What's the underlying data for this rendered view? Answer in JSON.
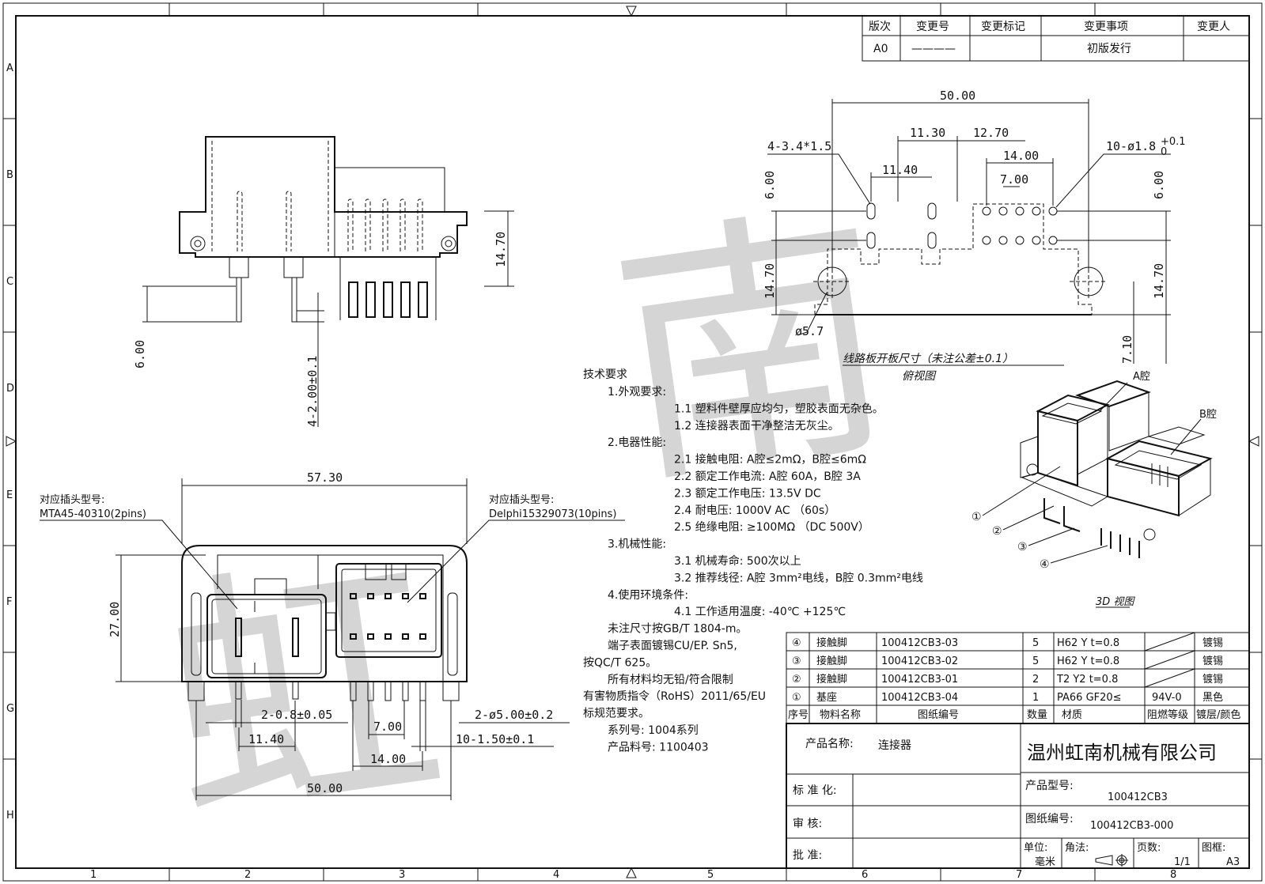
{
  "revision_table": {
    "headers": [
      "版次",
      "变更号",
      "变更标记",
      "变更事项",
      "变更人"
    ],
    "row": {
      "version": "A0",
      "change_no": "————",
      "mark": "",
      "item": "初版发行",
      "person": ""
    }
  },
  "grid": {
    "columns": [
      "1",
      "2",
      "3",
      "4",
      "5",
      "6",
      "7",
      "8"
    ],
    "rows": [
      "A",
      "B",
      "C",
      "D",
      "E",
      "F",
      "G",
      "H"
    ]
  },
  "watermark": [
    "虹",
    "南"
  ],
  "side_view": {
    "dims": {
      "height": "14.70",
      "pin": "6.00",
      "spacing": "4-2.00±0.1"
    }
  },
  "pcb_view": {
    "dims": {
      "width": "50.00",
      "a": "11.30",
      "b": "12.70",
      "c": "11.40",
      "d": "14.00",
      "e": "7.00",
      "slot": "4-3.4*1.5",
      "hole": "10-ø1.8",
      "hole_tol_upper": "+0.1",
      "hole_tol_lower": "0",
      "h1": "6.00",
      "h2": "14.70",
      "h3": "6.00",
      "h4": "14.70",
      "h5": "7.10",
      "post": "ø5.7"
    },
    "title": "线路板开板尺寸（未注公差±0.1）",
    "subtitle": "俯视图"
  },
  "front_view": {
    "left_mate_label": "对应插头型号:",
    "left_mate_part": "MTA45-40310(2pins)",
    "right_mate_label": "对应插头型号:",
    "right_mate_part": "Delphi15329073(10pins)",
    "dims": {
      "width": "57.30",
      "height": "27.00",
      "pin_a": "2-0.8±0.05",
      "post": "2-ø5.00±0.2",
      "pitch": "7.00",
      "pin_b": "10-1.50±0.1",
      "offset": "11.40",
      "span": "14.00",
      "total": "50.00"
    }
  },
  "tech": {
    "title": "技术要求",
    "lines": [
      {
        "indent": 1,
        "text": "1.外观要求:"
      },
      {
        "indent": 2,
        "text": "1.1 塑料件壁厚应均匀，塑胶表面无杂色。"
      },
      {
        "indent": 2,
        "text": "1.2 连接器表面干净整洁无灰尘。"
      },
      {
        "indent": 1,
        "text": "2.电器性能:"
      },
      {
        "indent": 2,
        "text": "2.1 接触电阻: A腔≤2mΩ，B腔≤6mΩ"
      },
      {
        "indent": 2,
        "text": "2.2 额定工作电流: A腔 60A，B腔 3A"
      },
      {
        "indent": 2,
        "text": "2.3 额定工作电压: 13.5V DC"
      },
      {
        "indent": 2,
        "text": "2.4 耐电压: 1000V AC （60s）"
      },
      {
        "indent": 2,
        "text": "2.5 绝缘电阻: ≥100MΩ （DC 500V）"
      },
      {
        "indent": 1,
        "text": "3.机械性能:"
      },
      {
        "indent": 2,
        "text": "3.1 机械寿命: 500次以上"
      },
      {
        "indent": 2,
        "text": "3.2 推荐线径: A腔 3mm²电线，B腔 0.3mm²电线"
      },
      {
        "indent": 1,
        "text": "4.使用环境条件:"
      },
      {
        "indent": 2,
        "text": "4.1 工作适用温度: -40℃ +125℃"
      },
      {
        "indent": 1,
        "text": "  未注尺寸按GB/T 1804-m。"
      },
      {
        "indent": 1,
        "text": "  端子表面镀锡CU/EP. Sn5,"
      },
      {
        "indent": 0,
        "text": "按QC/T 625。"
      },
      {
        "indent": 1,
        "text": "  所有材料均无铅/符合限制"
      },
      {
        "indent": 0,
        "text": "有害物质指令（RoHS）2011/65/EU"
      },
      {
        "indent": 0,
        "text": "标规范要求。"
      },
      {
        "indent": 1,
        "text": "系列号: 1004系列"
      },
      {
        "indent": 1,
        "text": "产品料号: 1100403"
      }
    ]
  },
  "view3d": {
    "cavity_a": "A腔",
    "cavity_b": "B腔",
    "callouts": [
      "①",
      "②",
      "③",
      "④"
    ],
    "caption": "3D 视图"
  },
  "bom": {
    "rows": [
      {
        "no": "④",
        "name": "接触脚",
        "drawing": "100412CB3-03",
        "qty": "5",
        "material": "H62 Y t=0.8",
        "flame": "",
        "finish": "镀锡"
      },
      {
        "no": "③",
        "name": "接触脚",
        "drawing": "100412CB3-02",
        "qty": "5",
        "material": "H62 Y t=0.8",
        "flame": "",
        "finish": "镀锡"
      },
      {
        "no": "②",
        "name": "接触脚",
        "drawing": "100412CB3-01",
        "qty": "2",
        "material": "T2 Y2 t=0.8",
        "flame": "",
        "finish": "镀锡"
      },
      {
        "no": "①",
        "name": "基座",
        "drawing": "100412CB3-04",
        "qty": "1",
        "material": "PA66 GF20≤",
        "flame": "94V-0",
        "finish": "黑色"
      }
    ],
    "headers": [
      "序号",
      "物料名称",
      "图纸编号",
      "数量",
      "材质",
      "阻燃等级",
      "镀层/颜色"
    ]
  },
  "title_block": {
    "product_name_label": "产品名称:",
    "product_name": "连接器",
    "company": "温州虹南机械有限公司",
    "std_label": "标 准 化:",
    "review_label": "审    核:",
    "approve_label": "批    准:",
    "model_label": "产品型号:",
    "model": "100412CB3",
    "drawing_label": "图纸编号:",
    "drawing": "100412CB3-000",
    "unit_label": "单位:",
    "unit": "毫米",
    "angle_label": "角法:",
    "page_label": "页数:",
    "page": "1/1",
    "size_label": "图框:",
    "size": "A3"
  }
}
